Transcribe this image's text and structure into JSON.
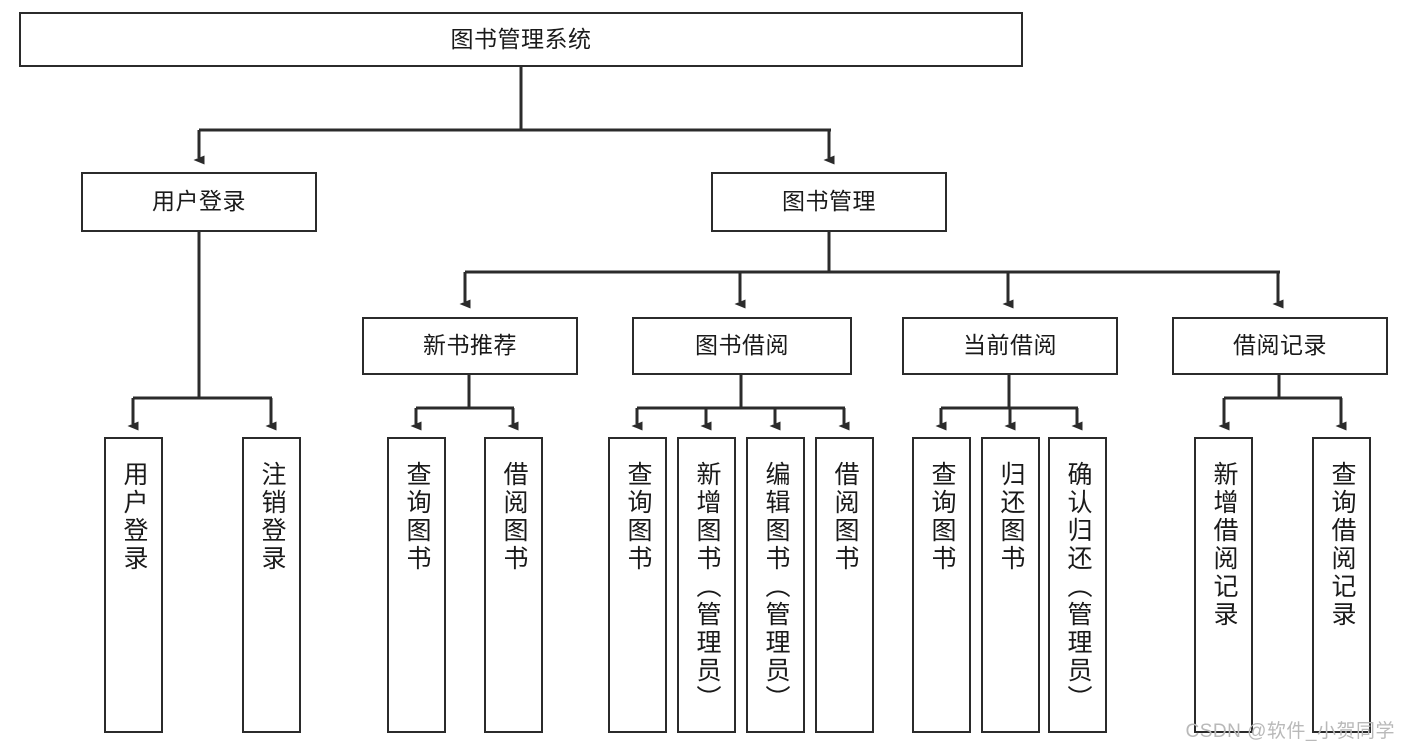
{
  "diagram": {
    "type": "tree",
    "title": "图书管理系统",
    "root": {
      "id": "root",
      "label": "图书管理系统",
      "level": 0
    },
    "level1": [
      {
        "id": "user-login",
        "label": "用户登录"
      },
      {
        "id": "book-manage",
        "label": "图书管理"
      }
    ],
    "level2": [
      {
        "id": "new-book-recommend",
        "label": "新书推荐",
        "parent": "book-manage"
      },
      {
        "id": "book-borrow",
        "label": "图书借阅",
        "parent": "book-manage"
      },
      {
        "id": "current-borrow",
        "label": "当前借阅",
        "parent": "book-manage"
      },
      {
        "id": "borrow-record",
        "label": "借阅记录",
        "parent": "book-manage"
      }
    ],
    "leaves": {
      "user-login": [
        {
          "id": "leaf-user-login",
          "label": "用户登录"
        },
        {
          "id": "leaf-logout",
          "label": "注销登录"
        }
      ],
      "new-book-recommend": [
        {
          "id": "leaf-query-book-1",
          "label": "查询图书"
        },
        {
          "id": "leaf-borrow-book-1",
          "label": "借阅图书"
        }
      ],
      "book-borrow": [
        {
          "id": "leaf-query-book-2",
          "label": "查询图书"
        },
        {
          "id": "leaf-add-book",
          "label": "新增图书（管理员）"
        },
        {
          "id": "leaf-edit-book",
          "label": "编辑图书（管理员）"
        },
        {
          "id": "leaf-borrow-book-2",
          "label": "借阅图书"
        }
      ],
      "current-borrow": [
        {
          "id": "leaf-query-book-3",
          "label": "查询图书"
        },
        {
          "id": "leaf-return-book",
          "label": "归还图书"
        },
        {
          "id": "leaf-confirm-return",
          "label": "确认归还（管理员）"
        }
      ],
      "borrow-record": [
        {
          "id": "leaf-add-record",
          "label": "新增借阅记录"
        },
        {
          "id": "leaf-query-record",
          "label": "查询借阅记录"
        }
      ]
    }
  },
  "watermark": {
    "text": "CSDN @软件_小贺同学"
  },
  "colors": {
    "box_border": "#2b2b2b",
    "box_fill": "#ffffff",
    "connector": "#2b2b2b",
    "text": "#1a1a1a",
    "watermark": "#b9b9b9",
    "background": "#ffffff"
  }
}
